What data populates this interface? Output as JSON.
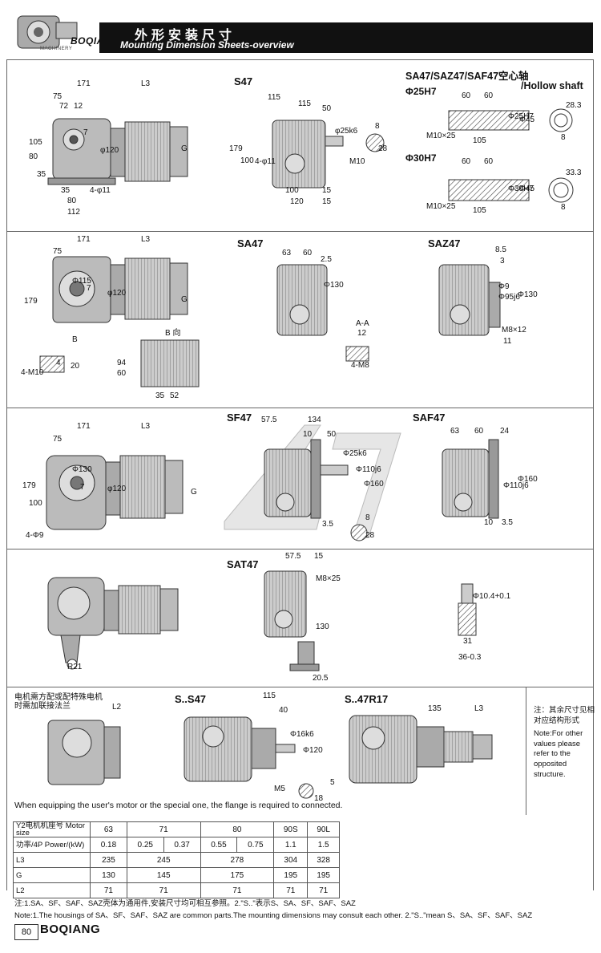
{
  "header": {
    "brand": "BOQIANG",
    "brand_sub": "MACHINERY",
    "title_cn": "外形安装尺寸",
    "title_en": "Mounting Dimension Sheets-overview"
  },
  "sections": {
    "s47": {
      "title": "S47",
      "dims": [
        "171",
        "L3",
        "75",
        "72",
        "12",
        "105",
        "80",
        "35",
        "7",
        "φ120",
        "G",
        "35",
        "4-φ11",
        "80",
        "112",
        "115",
        "115",
        "50",
        "φ25k6",
        "8",
        "28",
        "M10",
        "179",
        "100",
        "4-φ11",
        "100",
        "120",
        "15",
        "15"
      ]
    },
    "hollow": {
      "title": "SA47/SAZ47/SAF47空心轴",
      "title2": "/Hollow shaft",
      "d25": "Φ25H7",
      "d30": "Φ30H7",
      "dims25": [
        "60",
        "60",
        "28.3",
        "Φ25H7",
        "Φ45",
        "M10×25",
        "105",
        "8"
      ],
      "dims30": [
        "60",
        "60",
        "33.3",
        "Φ30H7",
        "Φ45",
        "M10×25",
        "105",
        "8"
      ]
    },
    "sa47": {
      "title": "SA47",
      "title_saz": "SAZ47",
      "dims": [
        "171",
        "L3",
        "75",
        "Φ115",
        "179",
        "φ120",
        "G",
        "7",
        "B",
        "B 向",
        "4-M10",
        "4",
        "20",
        "94",
        "60",
        "35",
        "52",
        "63",
        "60",
        "2.5",
        "Φ130",
        "A-A",
        "12",
        "4-M8",
        "8.5",
        "3",
        "Φ9",
        "Φ95j6",
        "Φ130",
        "M8×12",
        "11"
      ]
    },
    "sf47": {
      "title": "SF47",
      "title_saf": "SAF47",
      "dims": [
        "171",
        "L3",
        "75",
        "179",
        "100",
        "Φ130",
        "φ120",
        "G",
        "7",
        "4-Φ9",
        "57.5",
        "134",
        "10",
        "50",
        "Φ25k6",
        "Φ110j6",
        "Φ160",
        "3.5",
        "8",
        "28",
        "63",
        "60",
        "24",
        "Φ110j6",
        "Φ160",
        "10",
        "3.5"
      ]
    },
    "sat47": {
      "title": "SAT47",
      "dims": [
        "R21",
        "57.5",
        "15",
        "M8×25",
        "130",
        "20.5",
        "Φ10.4+0.1",
        "31",
        "36-0.3"
      ]
    },
    "ss47": {
      "cn_note": "电机需方配或配特殊电机时需加联接法兰",
      "l2": "L2",
      "title": "S..S47",
      "dims": [
        "115",
        "40",
        "Φ16k6",
        "Φ120",
        "M5",
        "5",
        "18"
      ]
    },
    "s47r17": {
      "title": "S..47R17",
      "dims": [
        "135",
        "L3"
      ]
    }
  },
  "side_note": {
    "cn": "注：其余尺寸见相对应结构形式",
    "en": "Note:For other values please refer to the opposited structure."
  },
  "equip_note": "When equipping the user's motor or the special one, the flange is required to connected.",
  "table": {
    "rows": [
      {
        "label": "Y2电机机座号 Motor size",
        "cells": [
          "63",
          "71",
          "80",
          "90S",
          "90L"
        ]
      },
      {
        "label": "功率/4P Power/(kW)",
        "cells": [
          "0.18",
          "0.25",
          "0.37",
          "0.55",
          "0.75",
          "1.1",
          "1.5"
        ]
      },
      {
        "label": "L3",
        "cells": [
          "235",
          "245",
          "278",
          "304",
          "328"
        ]
      },
      {
        "label": "G",
        "cells": [
          "130",
          "145",
          "175",
          "195",
          "195"
        ]
      },
      {
        "label": "L2",
        "cells": [
          "71",
          "71",
          "71",
          "71",
          "71"
        ]
      }
    ]
  },
  "footnotes": {
    "cn": "注:1.SA、SF、SAF、SAZ壳体为通用件,安装尺寸均可相互参照。2.\"S..\"表示S、SA、SF、SAF、SAZ",
    "en": "Note:1.The housings of SA、SF、SAF、SAZ are common parts.The mounting dimensions may consult each other. 2.\"S..\"mean S、SA、SF、SAF、SAZ"
  },
  "page": {
    "number": "80",
    "brand": "BOQIANG"
  }
}
